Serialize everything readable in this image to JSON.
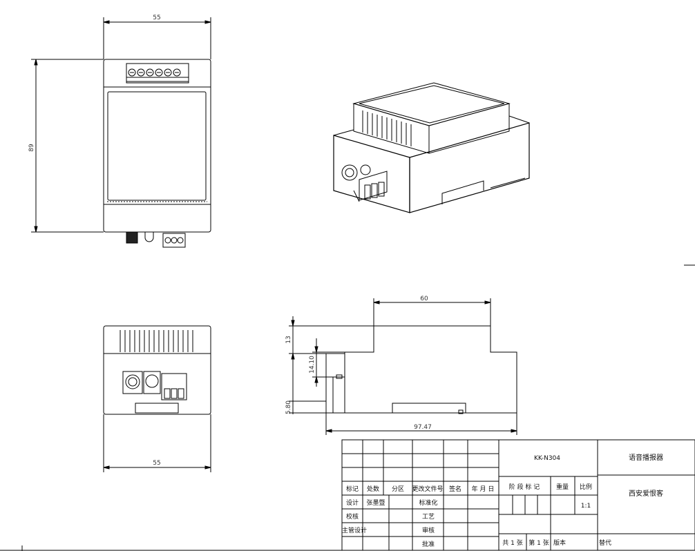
{
  "dimensions": {
    "front_width": "55",
    "front_height": "89",
    "bottom_width": "55",
    "side_width_top": "60",
    "side_total": "97.47",
    "side_h1": "13",
    "side_h2": "14.10",
    "side_h3": "5.80"
  },
  "title_block": {
    "model": "KK-N304",
    "product_name": "语音播报器",
    "company": "西安爱恨客",
    "scale": "1:1",
    "header": {
      "mark": "标记",
      "count": "处数",
      "zone": "分区",
      "change_doc": "更改文件号",
      "sign": "签名",
      "date": "年 月 日"
    },
    "stage_label": "阶 段 标 记",
    "weight_label": "重量",
    "ratio_label": "比例",
    "rows": {
      "design": "设计",
      "designer": "张墨暨",
      "standardize": "标准化",
      "check": "校核",
      "process": "工艺",
      "chief": "主管设计",
      "review": "审核",
      "approve": "批准"
    },
    "footer": {
      "total": "共 1 张",
      "sheet": "第 1 张",
      "version": "版本",
      "replace": "替代"
    }
  }
}
